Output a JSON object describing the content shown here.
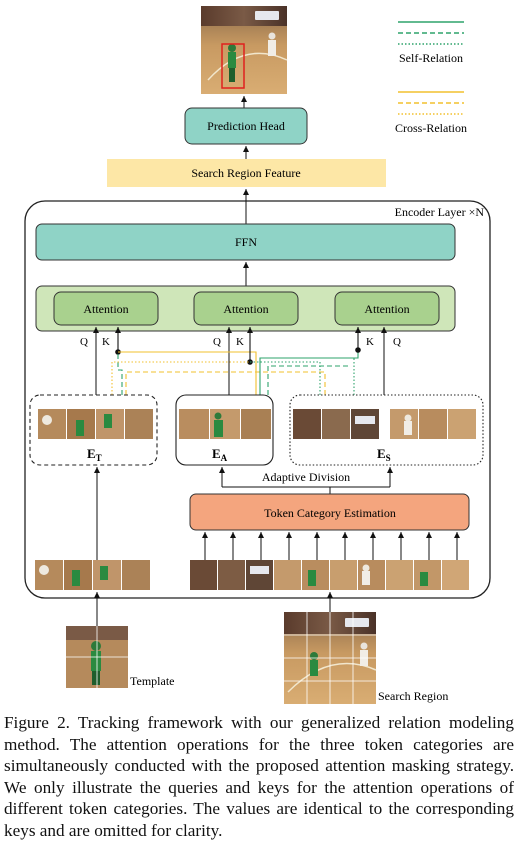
{
  "legend": {
    "self_relation": "Self-Relation",
    "cross_relation": "Cross-Relation",
    "self_color": "#2ea36b",
    "cross_color": "#f2c02e"
  },
  "blocks": {
    "prediction_head": "Prediction Head",
    "search_region_feature": "Search Region Feature",
    "encoder_layer": "Encoder Layer ×N",
    "ffn": "FFN",
    "attention": "Attention",
    "adaptive_division": "Adaptive Division",
    "token_category_estimation": "Token Category Estimation"
  },
  "tokens": {
    "et_base": "E",
    "et_sub": "T",
    "ea_base": "E",
    "ea_sub": "A",
    "es_base": "E",
    "es_sub": "S"
  },
  "qk": {
    "q": "Q",
    "k": "K"
  },
  "inputs": {
    "template": "Template",
    "search_region": "Search Region"
  },
  "caption": {
    "label": "Figure 2.",
    "text": "Tracking framework with our generalized relation modeling method. The attention operations for the three token categories are simultaneously conducted with the proposed attention masking strategy. We only illustrate the queries and keys for the attention operations of different token categories. The values are identical to the corresponding keys and are omitted for clarity."
  },
  "colors": {
    "head_fill": "#8fd3c6",
    "feature_fill": "#fde7a6",
    "ffn_fill": "#8fd3c6",
    "attention_row_fill": "#cfe6b9",
    "attention_fill": "#a9d18e",
    "tce_fill": "#f4a57e"
  }
}
